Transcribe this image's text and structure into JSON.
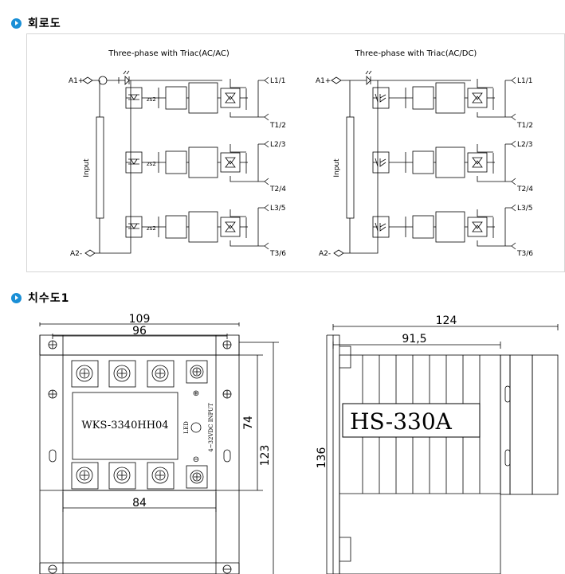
{
  "sections": {
    "circuit": {
      "title": "회로도"
    },
    "dimension": {
      "title": "치수도1"
    }
  },
  "circuits": [
    {
      "title": "Three-phase with Triac(AC/AC)",
      "input_label": "Input",
      "terminal_a1": "A1+",
      "terminal_a2": "A2-",
      "line_terminals": [
        "L1/1",
        "L2/3",
        "L3/5"
      ],
      "load_terminals": [
        "T1/2",
        "T2/4",
        "T3/6"
      ],
      "coupler": "zs2"
    },
    {
      "title": "Three-phase with Triac(AC/DC)",
      "input_label": "Input",
      "terminal_a1": "A1+",
      "terminal_a2": "A2-",
      "line_terminals": [
        "L1/1",
        "L2/3",
        "L3/5"
      ],
      "load_terminals": [
        "T1/2",
        "T2/4",
        "T3/6"
      ]
    }
  ],
  "front_view": {
    "width_total": "109",
    "width_mount": "96",
    "height_mount": "74",
    "height_total": "123",
    "terminal_span": "84",
    "model": "WKS-3340HH04",
    "led_label": "LED",
    "input_label": "4~32VDC INPUT",
    "plus_mark": "⊕",
    "minus_mark": "⊖"
  },
  "side_view": {
    "width_total": "124",
    "width_body": "91,5",
    "height_total": "136",
    "heatsink_label": "HS-330A"
  }
}
